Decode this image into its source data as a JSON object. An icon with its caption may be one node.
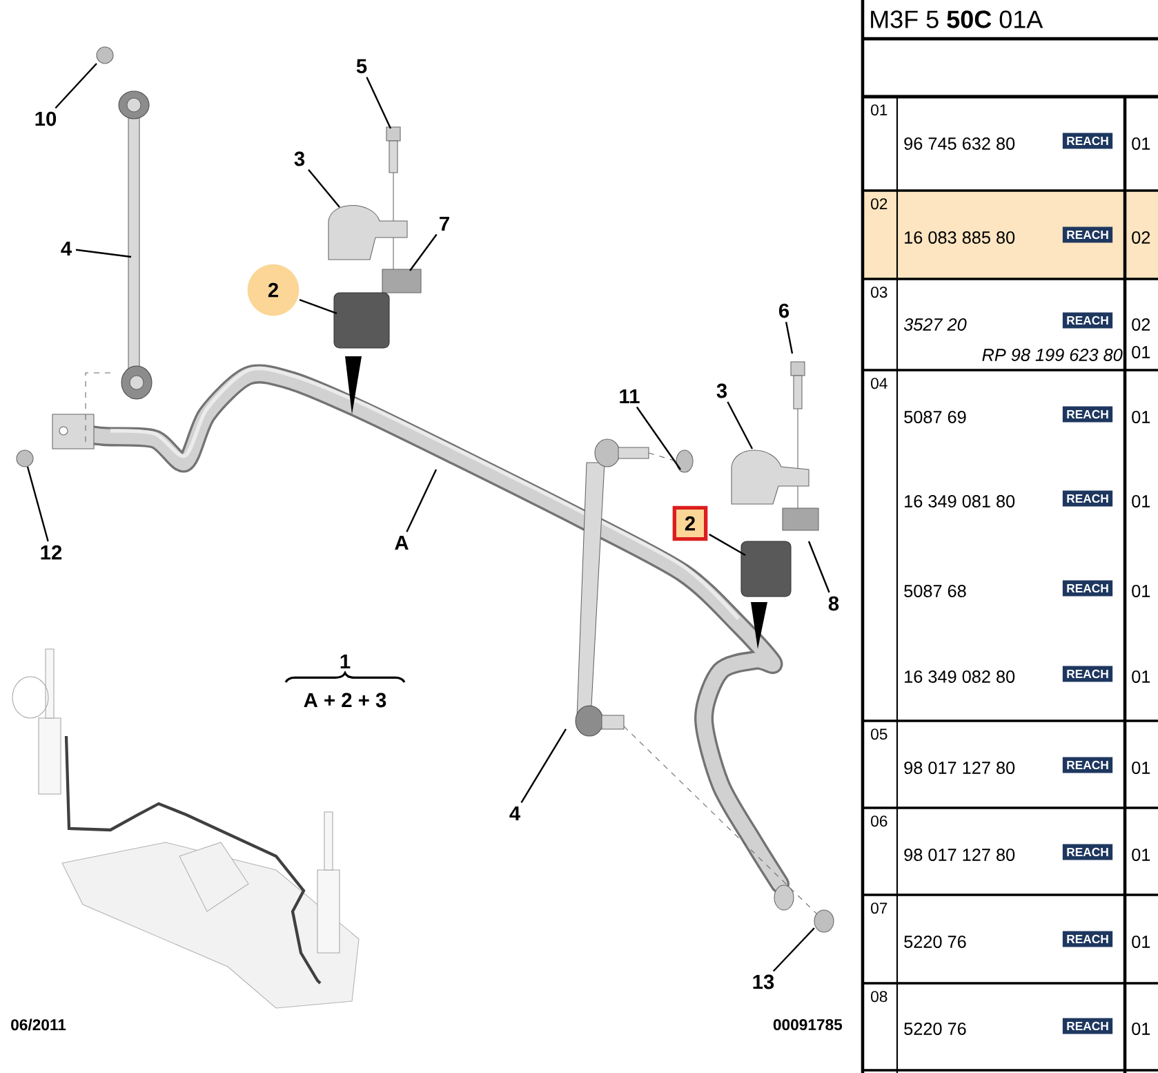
{
  "diagram": {
    "nodes": [
      {
        "text": [
          "10"
        ]
      },
      {
        "text": [
          "5"
        ]
      },
      {
        "text": [
          "3"
        ]
      },
      {
        "text": [
          "7"
        ]
      },
      {
        "text": [
          "4"
        ]
      },
      {
        "text": [
          "2"
        ]
      },
      {
        "text": [
          "A"
        ]
      },
      {
        "text": [
          "12"
        ]
      },
      {
        "text": [
          "6"
        ]
      },
      {
        "text": [
          "11"
        ]
      },
      {
        "text": [
          "3"
        ]
      },
      {
        "text": [
          "2"
        ]
      },
      {
        "text": [
          "8"
        ]
      },
      {
        "text": [
          "4"
        ]
      },
      {
        "text": [
          "13"
        ]
      }
    ],
    "edges": [
      {
        "from": 0,
        "to": null,
        "arrow": "none"
      },
      {
        "from": 1,
        "to": null,
        "arrow": "none"
      },
      {
        "from": 2,
        "to": null,
        "arrow": "none"
      },
      {
        "from": 3,
        "to": null,
        "arrow": "none"
      },
      {
        "from": 4,
        "to": null,
        "arrow": "none"
      },
      {
        "from": 5,
        "to": null,
        "arrow": "none"
      },
      {
        "from": 6,
        "to": null,
        "arrow": "none"
      },
      {
        "from": 7,
        "to": null,
        "arrow": "none"
      },
      {
        "from": 8,
        "to": null,
        "arrow": "none"
      },
      {
        "from": 9,
        "to": null,
        "arrow": "none"
      },
      {
        "from": 10,
        "to": null,
        "arrow": "none"
      },
      {
        "from": 11,
        "to": null,
        "arrow": "none"
      },
      {
        "from": 12,
        "to": null,
        "arrow": "none"
      },
      {
        "from": 13,
        "to": null,
        "arrow": "none"
      },
      {
        "from": 14,
        "to": null,
        "arrow": "none"
      }
    ],
    "labels": [
      "1",
      "A + 2 + 3",
      "06/2011",
      "00091785",
      "M3F 5 **50C** 01A",
      "01",
      "96 745 632 80",
      "REACH",
      "01",
      "02",
      "16 083 885 80",
      "REACH",
      "02",
      "03",
      "3527 20",
      "REACH",
      "02",
      "RP 98 199 623 80",
      "01",
      "04",
      "5087 69",
      "REACH",
      "01",
      "16 349 081 80",
      "REACH",
      "01",
      "5087 68",
      "REACH",
      "01",
      "16 349 082 80",
      "REACH",
      "01",
      "05",
      "98 017 127 80",
      "REACH",
      "01",
      "06",
      "98 017 127 80",
      "REACH",
      "01",
      "07",
      "5220 76",
      "REACH",
      "01",
      "08",
      "5220 76",
      "REACH",
      "01"
    ]
  }
}
